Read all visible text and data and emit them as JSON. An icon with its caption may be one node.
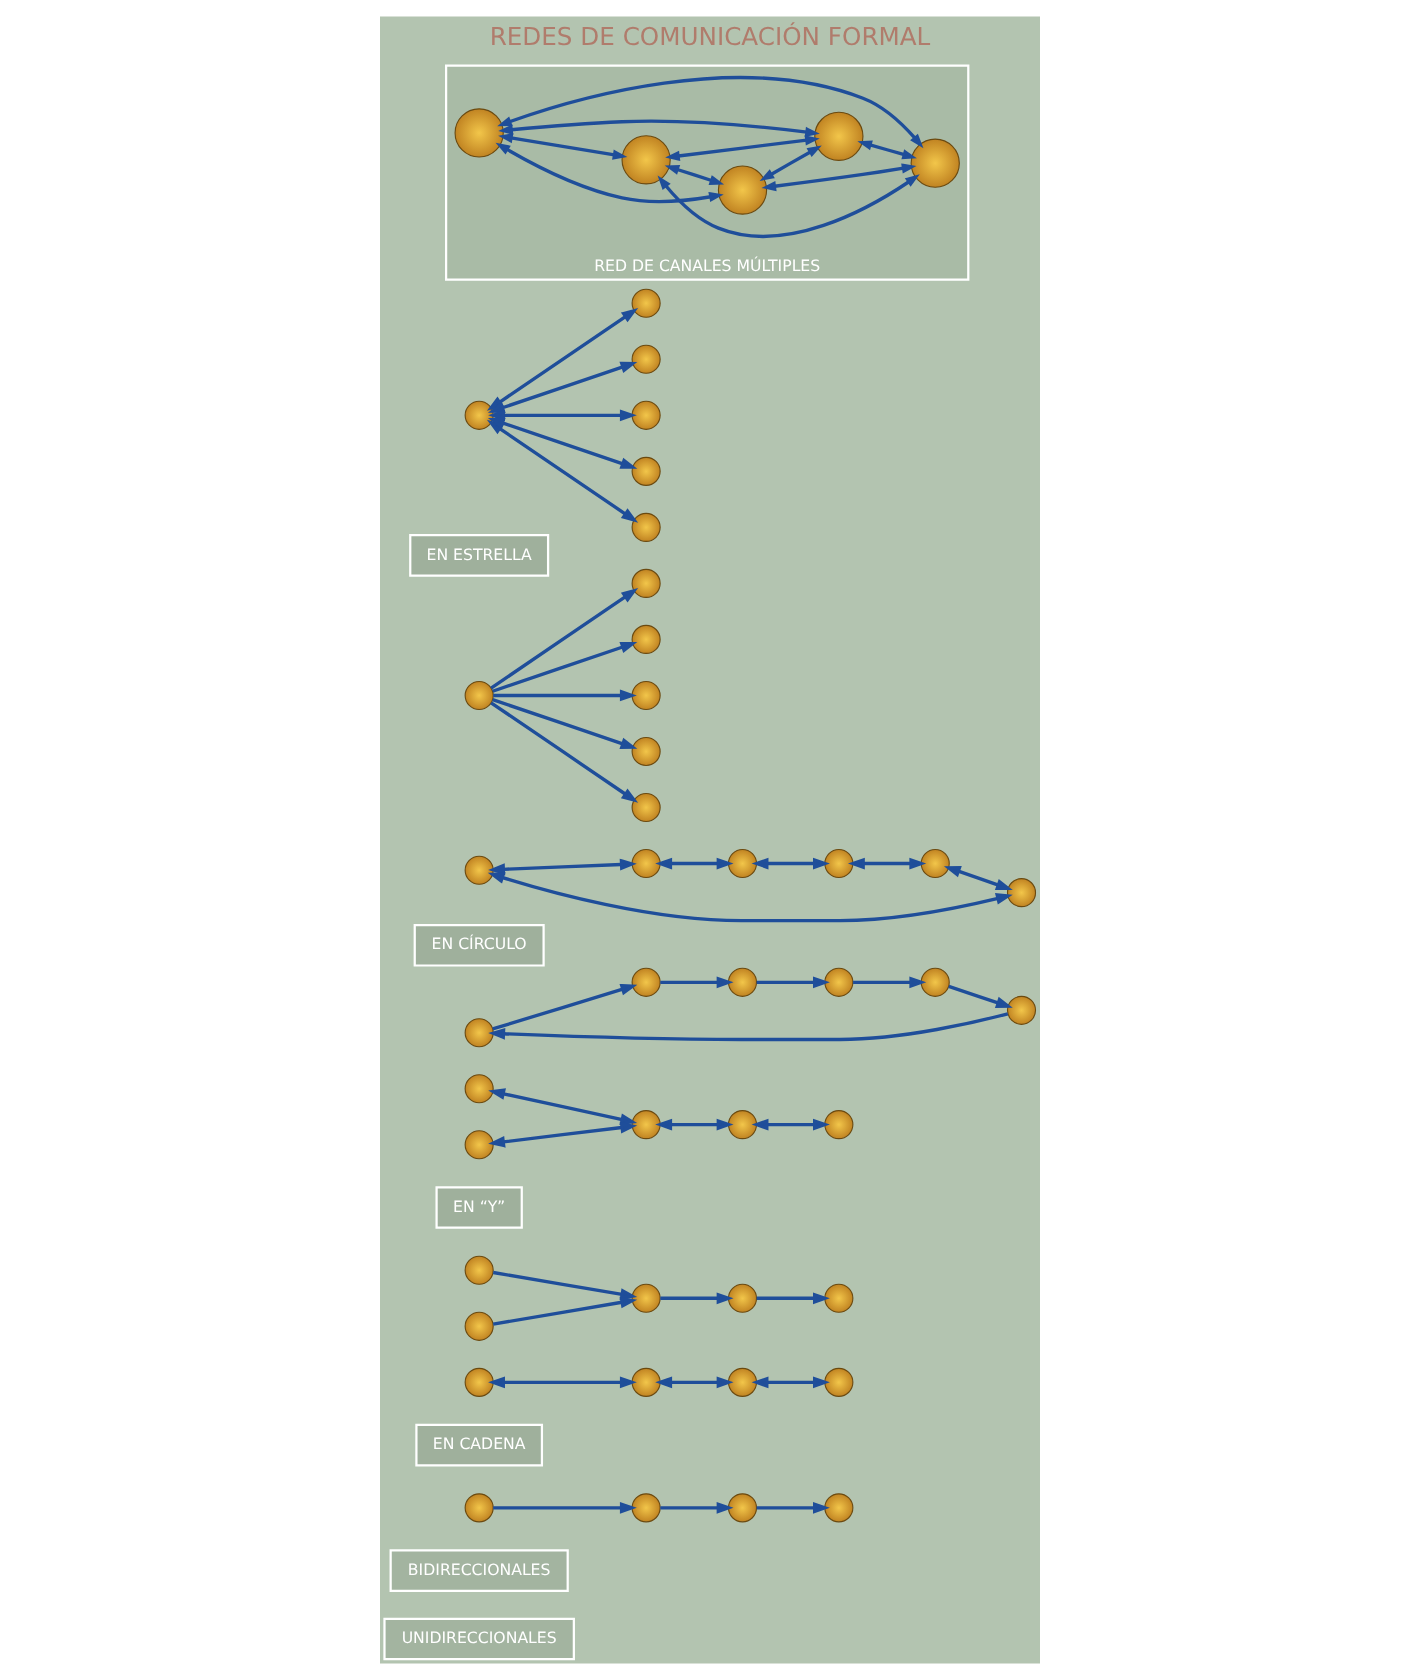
{
  "diagram": {
    "title": "REDES DE COMUNICACIÓN FORMAL",
    "nodes": [
      {
        "text": [
          "UNIDIRECCIONALES"
        ]
      },
      {
        "text": [
          "BIDIRECCIONALES"
        ]
      },
      {
        "text": [],
        "shape": "circle"
      },
      {
        "text": [],
        "shape": "circle"
      },
      {
        "text": [],
        "shape": "circle"
      },
      {
        "text": [],
        "shape": "circle"
      },
      {
        "text": [
          "EN CADENA"
        ]
      },
      {
        "text": [],
        "shape": "circle"
      },
      {
        "text": [],
        "shape": "circle"
      },
      {
        "text": [],
        "shape": "circle"
      },
      {
        "text": [],
        "shape": "circle"
      },
      {
        "text": [],
        "shape": "circle"
      },
      {
        "text": [],
        "shape": "circle"
      },
      {
        "text": [],
        "shape": "circle"
      },
      {
        "text": [],
        "shape": "circle"
      },
      {
        "text": [],
        "shape": "circle"
      },
      {
        "text": [
          "EN “Y”"
        ]
      },
      {
        "text": [],
        "shape": "circle"
      },
      {
        "text": [],
        "shape": "circle"
      },
      {
        "text": [],
        "shape": "circle"
      },
      {
        "text": [],
        "shape": "circle"
      },
      {
        "text": [],
        "shape": "circle"
      },
      {
        "text": [],
        "shape": "circle"
      },
      {
        "text": [],
        "shape": "circle"
      },
      {
        "text": [],
        "shape": "circle"
      },
      {
        "text": [],
        "shape": "circle"
      },
      {
        "text": [],
        "shape": "circle"
      },
      {
        "text": [],
        "shape": "circle"
      },
      {
        "text": [
          "EN CÍRCULO"
        ]
      },
      {
        "text": [],
        "shape": "circle"
      },
      {
        "text": [],
        "shape": "circle"
      },
      {
        "text": [],
        "shape": "circle"
      },
      {
        "text": [],
        "shape": "circle"
      },
      {
        "text": [],
        "shape": "circle"
      },
      {
        "text": [],
        "shape": "circle"
      },
      {
        "text": [],
        "shape": "circle"
      },
      {
        "text": [],
        "shape": "circle"
      },
      {
        "text": [],
        "shape": "circle"
      },
      {
        "text": [],
        "shape": "circle"
      },
      {
        "text": [],
        "shape": "circle"
      },
      {
        "text": [],
        "shape": "circle"
      },
      {
        "text": [
          "EN ESTRELLA"
        ]
      },
      {
        "text": [],
        "shape": "circle"
      },
      {
        "text": [],
        "shape": "circle"
      },
      {
        "text": [],
        "shape": "circle"
      },
      {
        "text": [],
        "shape": "circle"
      },
      {
        "text": [],
        "shape": "circle"
      },
      {
        "text": [],
        "shape": "circle"
      },
      {
        "text": [
          "RED DE CANALES MÚLTIPLES"
        ]
      },
      {
        "text": [],
        "shape": "circle",
        "in": 48
      },
      {
        "text": [],
        "shape": "circle",
        "in": 48
      },
      {
        "text": [],
        "shape": "circle",
        "in": 48
      },
      {
        "text": [],
        "shape": "circle",
        "in": 48
      },
      {
        "text": [],
        "shape": "circle",
        "in": 48
      }
    ],
    "edges": [
      {
        "from": 2,
        "to": 3,
        "arrow": "to"
      },
      {
        "from": 3,
        "to": 4,
        "arrow": "to"
      },
      {
        "from": 4,
        "to": 5,
        "arrow": "to"
      },
      {
        "from": 7,
        "to": 8,
        "arrow": "both"
      },
      {
        "from": 8,
        "to": 9,
        "arrow": "both"
      },
      {
        "from": 9,
        "to": 10,
        "arrow": "both"
      },
      {
        "from": 11,
        "to": 13,
        "arrow": "to"
      },
      {
        "from": 12,
        "to": 13,
        "arrow": "to"
      },
      {
        "from": 13,
        "to": 14,
        "arrow": "to"
      },
      {
        "from": 14,
        "to": 15,
        "arrow": "to"
      },
      {
        "from": 17,
        "to": 19,
        "arrow": "both"
      },
      {
        "from": 18,
        "to": 19,
        "arrow": "both"
      },
      {
        "from": 19,
        "to": 20,
        "arrow": "both"
      },
      {
        "from": 20,
        "to": 21,
        "arrow": "both"
      },
      {
        "from": 22,
        "to": 23,
        "arrow": "to"
      },
      {
        "from": 23,
        "to": 24,
        "arrow": "to"
      },
      {
        "from": 24,
        "to": 25,
        "arrow": "to"
      },
      {
        "from": 25,
        "to": 26,
        "arrow": "to"
      },
      {
        "from": 26,
        "to": 27,
        "arrow": "to"
      },
      {
        "from": 27,
        "to": 22,
        "arrow": "to"
      },
      {
        "from": 29,
        "to": 30,
        "arrow": "both"
      },
      {
        "from": 30,
        "to": 31,
        "arrow": "both"
      },
      {
        "from": 31,
        "to": 32,
        "arrow": "both"
      },
      {
        "from": 32,
        "to": 33,
        "arrow": "both"
      },
      {
        "from": 33,
        "to": 34,
        "arrow": "both"
      },
      {
        "from": 34,
        "to": 29,
        "arrow": "both"
      },
      {
        "from": 37,
        "to": 35,
        "arrow": "to"
      },
      {
        "from": 37,
        "to": 36,
        "arrow": "to"
      },
      {
        "from": 37,
        "to": 38,
        "arrow": "to"
      },
      {
        "from": 37,
        "to": 39,
        "arrow": "to"
      },
      {
        "from": 37,
        "to": 40,
        "arrow": "to"
      },
      {
        "from": 44,
        "to": 42,
        "arrow": "both"
      },
      {
        "from": 44,
        "to": 43,
        "arrow": "both"
      },
      {
        "from": 44,
        "to": 45,
        "arrow": "both"
      },
      {
        "from": 44,
        "to": 46,
        "arrow": "both"
      },
      {
        "from": 44,
        "to": 47,
        "arrow": "both"
      },
      {
        "from": 49,
        "to": 50,
        "arrow": "both"
      },
      {
        "from": 49,
        "to": 51,
        "arrow": "both"
      },
      {
        "from": 49,
        "to": 52,
        "arrow": "both"
      },
      {
        "from": 49,
        "to": 53,
        "arrow": "both"
      },
      {
        "from": 50,
        "to": 51,
        "arrow": "both"
      },
      {
        "from": 50,
        "to": 52,
        "arrow": "both"
      },
      {
        "from": 50,
        "to": 53,
        "arrow": "both"
      },
      {
        "from": 51,
        "to": 52,
        "arrow": "both"
      },
      {
        "from": 51,
        "to": 53,
        "arrow": "both"
      },
      {
        "from": 52,
        "to": 53,
        "arrow": "both"
      }
    ]
  }
}
